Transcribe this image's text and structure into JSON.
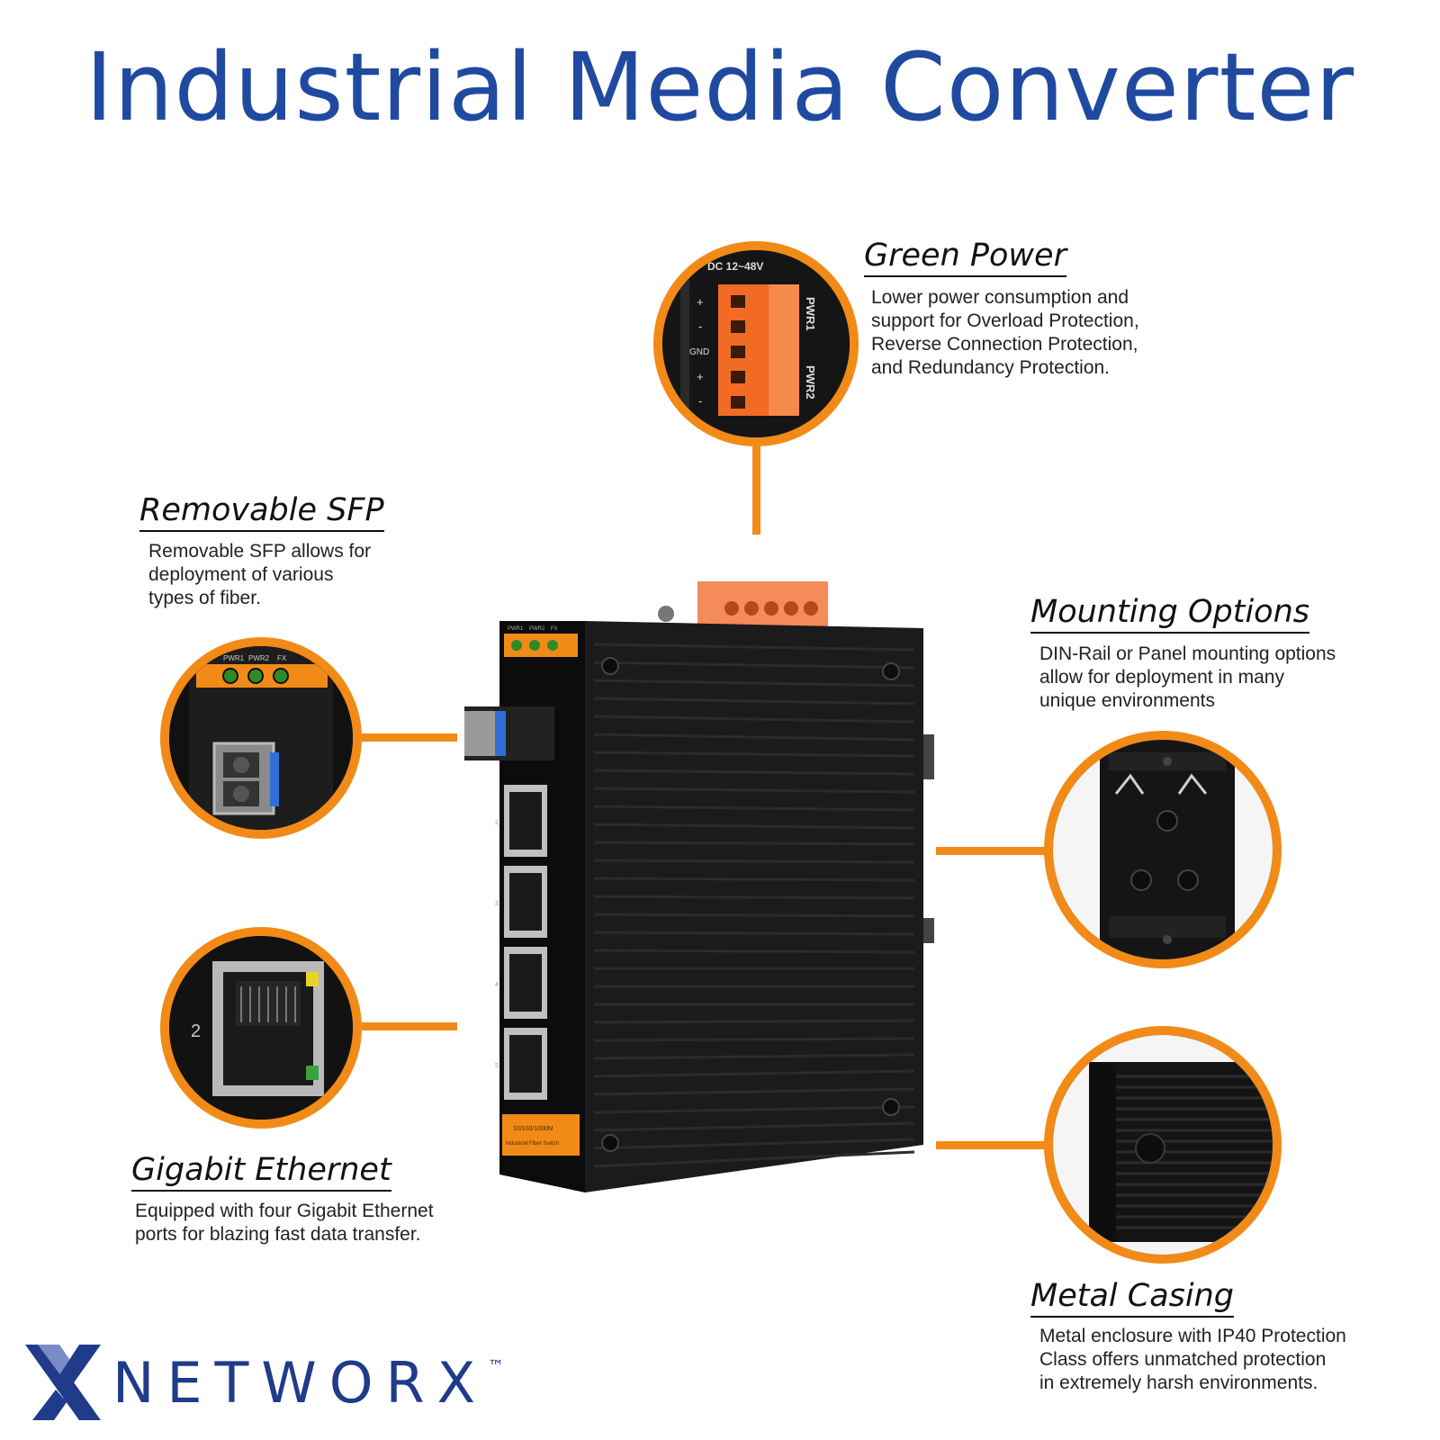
{
  "title": "Industrial Media Converter",
  "features": {
    "green_power": {
      "title": "Green Power",
      "desc": [
        "Lower power consumption and",
        "support for Overload Protection,",
        "Reverse Connection Protection,",
        "and Redundancy Protection."
      ]
    },
    "removable_sfp": {
      "title": "Removable SFP",
      "desc": [
        "Removable SFP allows for",
        "deployment of various",
        "types of fiber."
      ]
    },
    "mounting_options": {
      "title": "Mounting Options",
      "desc": [
        "DIN-Rail or Panel mounting options",
        "allow for deployment in many",
        "unique environments"
      ]
    },
    "gigabit_ethernet": {
      "title": "Gigabit Ethernet",
      "desc": [
        "Equipped with four Gigabit Ethernet",
        "ports for blazing fast data transfer."
      ]
    },
    "metal_casing": {
      "title": "Metal Casing",
      "desc": [
        "Metal enclosure with IP40 Protection",
        "Class offers unmatched protection",
        "in extremely harsh environments."
      ]
    }
  },
  "power_closeup": {
    "voltage_label": "DC 12~48V",
    "pin_labels": [
      "+",
      "-",
      "GND",
      "+",
      "-"
    ],
    "pwr1": "PWR1",
    "pwr2": "PWR2"
  },
  "sfp_closeup": {
    "led_labels": [
      "PWR1",
      "PWR2",
      "FX"
    ]
  },
  "ethernet_closeup": {
    "port_number": "2"
  },
  "device": {
    "led_labels": [
      "PWR1",
      "PWR2",
      "FX"
    ],
    "port_numbers": [
      "2",
      "3",
      "4",
      "5"
    ],
    "front_label_line1": "10/100/1000M",
    "front_label_line2": "Industrial Fiber Switch"
  },
  "logo": {
    "text": "NETWORX",
    "tm": "™"
  },
  "colors": {
    "accent": "#f28a17",
    "title": "#1f4aa0",
    "logo": "#1f3b8a"
  }
}
